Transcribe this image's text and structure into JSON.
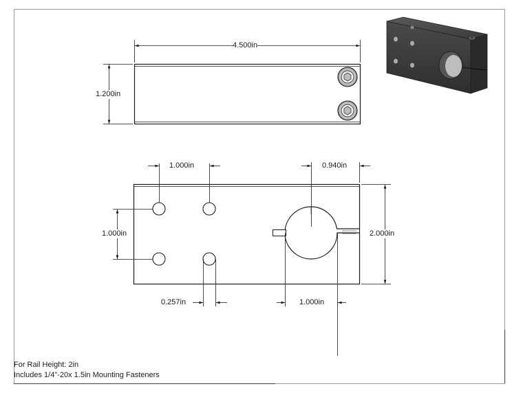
{
  "drawing": {
    "top_view": {
      "width_label": "4.500in",
      "height_label": "1.200in"
    },
    "front_view": {
      "hole_spacing_horizontal_label": "1.000in",
      "hole_spacing_vertical_label": "1.000in",
      "hole_diameter_label": "0.257in",
      "bore_diameter_label": "1.000in",
      "bore_offset_label": "0.940in",
      "height_label": "2.000in"
    },
    "isometric_view": {
      "fill_color": "#3c3c3c"
    }
  },
  "notes": {
    "rail_height": "For Rail Height: 2in",
    "fasteners": "Includes 1/4\"-20x 1.5in Mounting Fasteners"
  },
  "colors": {
    "line": "#1a1a1a",
    "part_fill": "#ffffff"
  }
}
